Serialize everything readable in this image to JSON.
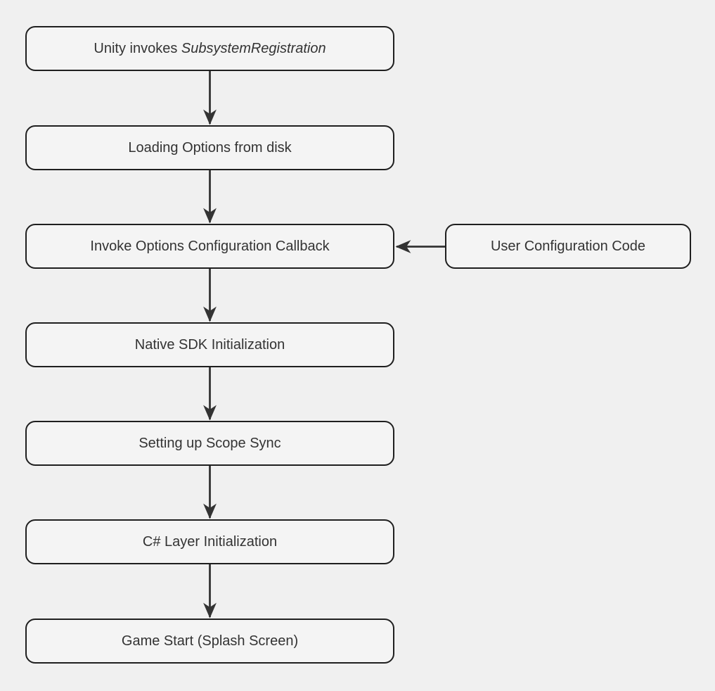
{
  "diagram": {
    "type": "flowchart",
    "direction": "top-down",
    "colors": {
      "background": "#f0f0f0",
      "node_fill": "#f4f4f4",
      "node_border": "#1f1f1f",
      "edge": "#333333",
      "text": "#333333"
    },
    "nodes": [
      {
        "id": "subsystem-registration",
        "label_prefix": "Unity invokes ",
        "label_italic": "SubsystemRegistration"
      },
      {
        "id": "loading-options",
        "label": "Loading Options from disk"
      },
      {
        "id": "invoke-options-callback",
        "label": "Invoke Options Configuration Callback"
      },
      {
        "id": "native-sdk-init",
        "label": "Native SDK Initialization"
      },
      {
        "id": "scope-sync",
        "label": "Setting up Scope Sync"
      },
      {
        "id": "csharp-layer-init",
        "label": "C# Layer Initialization"
      },
      {
        "id": "game-start",
        "label": "Game Start (Splash Screen)"
      },
      {
        "id": "user-config-code",
        "label": "User Configuration Code"
      }
    ],
    "edges": [
      {
        "from": "subsystem-registration",
        "to": "loading-options"
      },
      {
        "from": "loading-options",
        "to": "invoke-options-callback"
      },
      {
        "from": "user-config-code",
        "to": "invoke-options-callback"
      },
      {
        "from": "invoke-options-callback",
        "to": "native-sdk-init"
      },
      {
        "from": "native-sdk-init",
        "to": "scope-sync"
      },
      {
        "from": "scope-sync",
        "to": "csharp-layer-init"
      },
      {
        "from": "csharp-layer-init",
        "to": "game-start"
      }
    ]
  }
}
